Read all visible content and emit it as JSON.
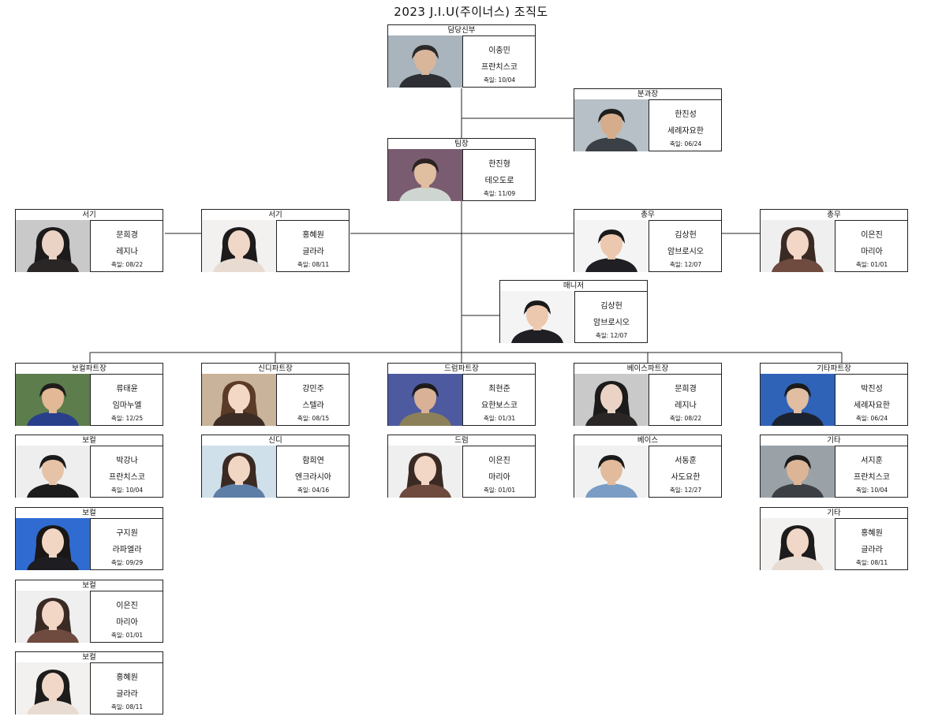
{
  "title": "2023 J.I.U(주이너스) 조직도",
  "feast_label": "축일:",
  "members": [
    {
      "id": "m1",
      "role": "담당신부",
      "name": "이충민",
      "saint": "프란치스코",
      "feast": "10/04",
      "bg": "#a9b4bd",
      "skin": "#d9b59a",
      "hair": "#2a2a2a",
      "shirt": "#2d2f34",
      "long": false
    },
    {
      "id": "m2",
      "role": "분과장",
      "name": "한진성",
      "saint": "세례자요한",
      "feast": "06/24",
      "bg": "#b7c0c6",
      "skin": "#d6ad8c",
      "hair": "#1e1e1e",
      "shirt": "#3b4046",
      "long": false
    },
    {
      "id": "m3",
      "role": "팀장",
      "name": "한진형",
      "saint": "테오도로",
      "feast": "11/09",
      "bg": "#7a5c70",
      "skin": "#e0bea0",
      "hair": "#2b2320",
      "shirt": "#cfd6d2",
      "long": false
    },
    {
      "id": "m4",
      "role": "서기",
      "name": "문희경",
      "saint": "레지나",
      "feast": "08/22",
      "bg": "#c9c9c9",
      "skin": "#ead3c4",
      "hair": "#1c1a1a",
      "shirt": "#2a2626",
      "long": true
    },
    {
      "id": "m5",
      "role": "서기",
      "name": "홍혜원",
      "saint": "글라라",
      "feast": "08/11",
      "bg": "#f3f1ef",
      "skin": "#f0d7c7",
      "hair": "#1d1b1b",
      "shirt": "#e8dcd2",
      "long": true
    },
    {
      "id": "m6",
      "role": "총무",
      "name": "김상헌",
      "saint": "암브로시오",
      "feast": "12/07",
      "bg": "#f4f4f4",
      "skin": "#ecc8ae",
      "hair": "#1a1a1a",
      "shirt": "#1f1f24",
      "long": false
    },
    {
      "id": "m7",
      "role": "총무",
      "name": "이은진",
      "saint": "마리아",
      "feast": "01/01",
      "bg": "#efefef",
      "skin": "#f2d6c6",
      "hair": "#3a2a24",
      "shirt": "#6f4a3e",
      "long": true
    },
    {
      "id": "m8",
      "role": "매니저",
      "name": "김상헌",
      "saint": "암브로시오",
      "feast": "12/07",
      "bg": "#f4f4f4",
      "skin": "#ecc8ae",
      "hair": "#1a1a1a",
      "shirt": "#1f1f24",
      "long": false
    },
    {
      "id": "m9",
      "role": "보컬파트장",
      "name": "류태윤",
      "saint": "임마누엘",
      "feast": "12/25",
      "bg": "#5d7d4c",
      "skin": "#e2b896",
      "hair": "#1f1d1c",
      "shirt": "#2a3f8c",
      "long": false
    },
    {
      "id": "m10",
      "role": "신디파트장",
      "name": "강민주",
      "saint": "스텔라",
      "feast": "08/15",
      "bg": "#c9b39a",
      "skin": "#f3d8c6",
      "hair": "#5b3b28",
      "shirt": "#3b2c25",
      "long": true
    },
    {
      "id": "m11",
      "role": "드럼파트장",
      "name": "최현준",
      "saint": "요한보스코",
      "feast": "01/31",
      "bg": "#4e5aa0",
      "skin": "#d8b196",
      "hair": "#1b1b1b",
      "shirt": "#8b8059",
      "long": false
    },
    {
      "id": "m12",
      "role": "베이스파트장",
      "name": "문희경",
      "saint": "레지나",
      "feast": "08/22",
      "bg": "#c9c9c9",
      "skin": "#ead3c4",
      "hair": "#1c1a1a",
      "shirt": "#2a2626",
      "long": true
    },
    {
      "id": "m13",
      "role": "기타파트장",
      "name": "박진성",
      "saint": "세례자요한",
      "feast": "06/24",
      "bg": "#2f63b8",
      "skin": "#e1bda2",
      "hair": "#1a1a1a",
      "shirt": "#1d2230",
      "long": false
    },
    {
      "id": "m14",
      "role": "보컬",
      "name": "박강나",
      "saint": "프란치스코",
      "feast": "10/04",
      "bg": "#eeeeee",
      "skin": "#e6c2a6",
      "hair": "#1a1a1a",
      "shirt": "#1c1c1c",
      "long": false
    },
    {
      "id": "m15",
      "role": "신디",
      "name": "함희연",
      "saint": "엔크라시아",
      "feast": "04/16",
      "bg": "#cfe0ea",
      "skin": "#f2d6c4",
      "hair": "#3b2a22",
      "shirt": "#5d7ea7",
      "long": true
    },
    {
      "id": "m16",
      "role": "드럼",
      "name": "이은진",
      "saint": "마리아",
      "feast": "01/01",
      "bg": "#efefef",
      "skin": "#f2d6c6",
      "hair": "#3a2a24",
      "shirt": "#6f4a3e",
      "long": true
    },
    {
      "id": "m17",
      "role": "베이스",
      "name": "서동훈",
      "saint": "사도요한",
      "feast": "12/27",
      "bg": "#f1f1f1",
      "skin": "#e2bb9c",
      "hair": "#1a1a1a",
      "shirt": "#7b9cc4",
      "long": false
    },
    {
      "id": "m18",
      "role": "기타",
      "name": "서지훈",
      "saint": "프란치스코",
      "feast": "10/04",
      "bg": "#9aa2a8",
      "skin": "#dcb597",
      "hair": "#1a1a1a",
      "shirt": "#3c3f44",
      "long": false
    },
    {
      "id": "m19",
      "role": "보컬",
      "name": "구지원",
      "saint": "라파엘라",
      "feast": "09/29",
      "bg": "#2f6bd1",
      "skin": "#f2d6c4",
      "hair": "#1a1716",
      "shirt": "#1e1e22",
      "long": true
    },
    {
      "id": "m20",
      "role": "기타",
      "name": "홍혜원",
      "saint": "글라라",
      "feast": "08/11",
      "bg": "#f3f1ef",
      "skin": "#f0d7c7",
      "hair": "#1d1b1b",
      "shirt": "#e8dcd2",
      "long": true
    },
    {
      "id": "m21",
      "role": "보컬",
      "name": "이은진",
      "saint": "마리아",
      "feast": "01/01",
      "bg": "#efefef",
      "skin": "#f2d6c6",
      "hair": "#3a2a24",
      "shirt": "#6f4a3e",
      "long": true
    },
    {
      "id": "m22",
      "role": "보컬",
      "name": "홍혜원",
      "saint": "글라라",
      "feast": "08/11",
      "bg": "#f3f1ef",
      "skin": "#f0d7c7",
      "hair": "#1d1b1b",
      "shirt": "#e8dcd2",
      "long": true
    }
  ]
}
